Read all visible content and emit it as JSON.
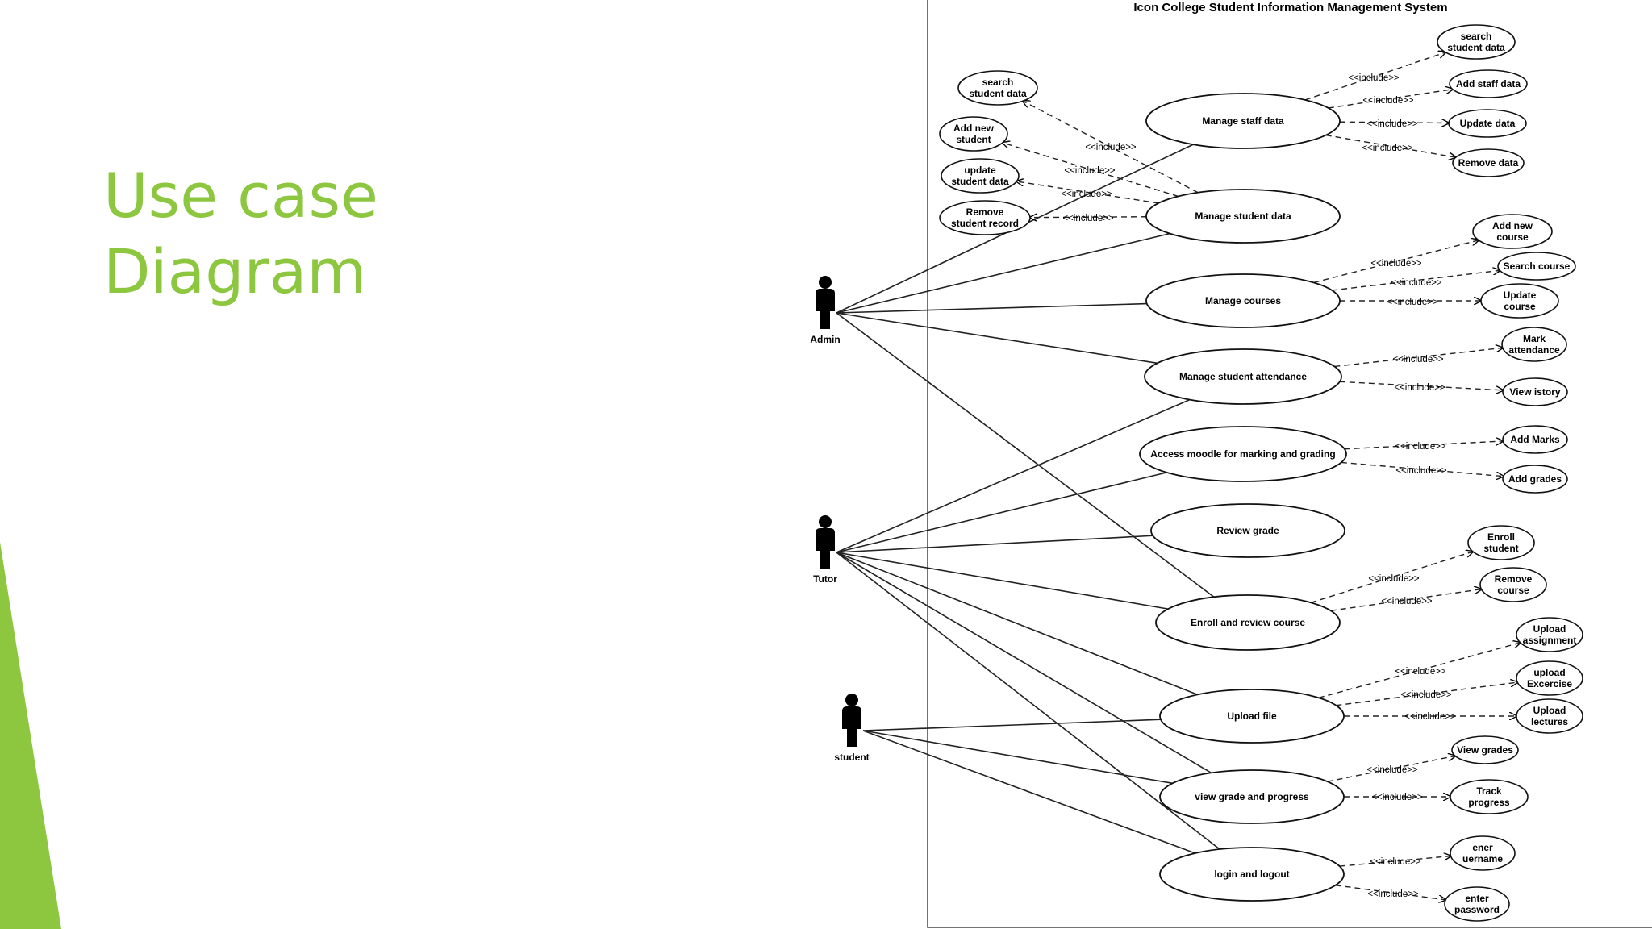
{
  "slide": {
    "title_line1": "Use case",
    "title_line2": "Diagram",
    "accent_color": "#8dc63f"
  },
  "diagram": {
    "system_name": "Icon College Student Information Management System",
    "include_stereotype": "<<include>>",
    "actors": [
      {
        "id": "admin",
        "name": "Admin"
      },
      {
        "id": "tutor",
        "name": "Tutor"
      },
      {
        "id": "student",
        "name": "student"
      }
    ],
    "use_cases": [
      {
        "id": "manage-staff-data",
        "lines": [
          "Manage staff data"
        ],
        "actors": [
          "admin"
        ]
      },
      {
        "id": "manage-student-data",
        "lines": [
          "Manage student data"
        ],
        "actors": [
          "admin"
        ]
      },
      {
        "id": "manage-courses",
        "lines": [
          "Manage courses"
        ],
        "actors": [
          "admin"
        ]
      },
      {
        "id": "manage-student-attendance",
        "lines": [
          "Manage student attendance"
        ],
        "actors": [
          "admin",
          "tutor"
        ]
      },
      {
        "id": "access-moodle",
        "lines": [
          "Access moodle for marking and grading"
        ],
        "actors": [
          "tutor"
        ]
      },
      {
        "id": "review-grade",
        "lines": [
          "Review grade"
        ],
        "actors": [
          "tutor"
        ]
      },
      {
        "id": "enroll-and-review-course",
        "lines": [
          "Enroll and review course"
        ],
        "actors": [
          "admin",
          "tutor"
        ]
      },
      {
        "id": "upload-file",
        "lines": [
          "Upload file"
        ],
        "actors": [
          "tutor",
          "student"
        ]
      },
      {
        "id": "view-grade-and-progress",
        "lines": [
          "view grade and progress"
        ],
        "actors": [
          "tutor",
          "student"
        ]
      },
      {
        "id": "login-and-logout",
        "lines": [
          "login and logout"
        ],
        "actors": [
          "tutor",
          "student"
        ]
      }
    ],
    "included_use_cases": [
      {
        "id": "staff-search-student-data",
        "lines": [
          "search",
          "student data"
        ],
        "base": "manage-staff-data"
      },
      {
        "id": "add-staff-data",
        "lines": [
          "Add staff data"
        ],
        "base": "manage-staff-data"
      },
      {
        "id": "staff-update-data",
        "lines": [
          "Update data"
        ],
        "base": "manage-staff-data"
      },
      {
        "id": "remove-data",
        "lines": [
          "Remove data"
        ],
        "base": "manage-staff-data"
      },
      {
        "id": "student-search-student-data",
        "lines": [
          "search",
          "student data"
        ],
        "base": "manage-student-data"
      },
      {
        "id": "add-new-student",
        "lines": [
          "Add new",
          "student"
        ],
        "base": "manage-student-data"
      },
      {
        "id": "update-student-data",
        "lines": [
          "update",
          "student data"
        ],
        "base": "manage-student-data"
      },
      {
        "id": "remove-student-record",
        "lines": [
          "Remove",
          "student record"
        ],
        "base": "manage-student-data"
      },
      {
        "id": "add-new-course",
        "lines": [
          "Add new",
          "course"
        ],
        "base": "manage-courses"
      },
      {
        "id": "search-course",
        "lines": [
          "Search course"
        ],
        "base": "manage-courses"
      },
      {
        "id": "update-course",
        "lines": [
          "Update",
          "course"
        ],
        "base": "manage-courses"
      },
      {
        "id": "mark-attendance",
        "lines": [
          "Mark",
          "attendance"
        ],
        "base": "manage-student-attendance"
      },
      {
        "id": "view-history",
        "lines": [
          "View istory"
        ],
        "base": "manage-student-attendance"
      },
      {
        "id": "add-marks",
        "lines": [
          "Add Marks"
        ],
        "base": "access-moodle"
      },
      {
        "id": "add-grades",
        "lines": [
          "Add grades"
        ],
        "base": "access-moodle"
      },
      {
        "id": "enroll-student",
        "lines": [
          "Enroll",
          "student"
        ],
        "base": "enroll-and-review-course"
      },
      {
        "id": "remove-course",
        "lines": [
          "Remove",
          "course"
        ],
        "base": "enroll-and-review-course"
      },
      {
        "id": "upload-assignment",
        "lines": [
          "Upload",
          "assignment"
        ],
        "base": "upload-file"
      },
      {
        "id": "upload-excercise",
        "lines": [
          "upload",
          "Excercise"
        ],
        "base": "upload-file"
      },
      {
        "id": "upload-lectures",
        "lines": [
          "Upload",
          "lectures"
        ],
        "base": "upload-file"
      },
      {
        "id": "view-grades",
        "lines": [
          "View grades"
        ],
        "base": "view-grade-and-progress"
      },
      {
        "id": "track-progress",
        "lines": [
          "Track",
          "progress"
        ],
        "base": "view-grade-and-progress"
      },
      {
        "id": "enter-username",
        "lines": [
          "ener",
          "uername"
        ],
        "base": "login-and-logout"
      },
      {
        "id": "enter-password",
        "lines": [
          "enter",
          "password"
        ],
        "base": "login-and-logout"
      }
    ]
  }
}
